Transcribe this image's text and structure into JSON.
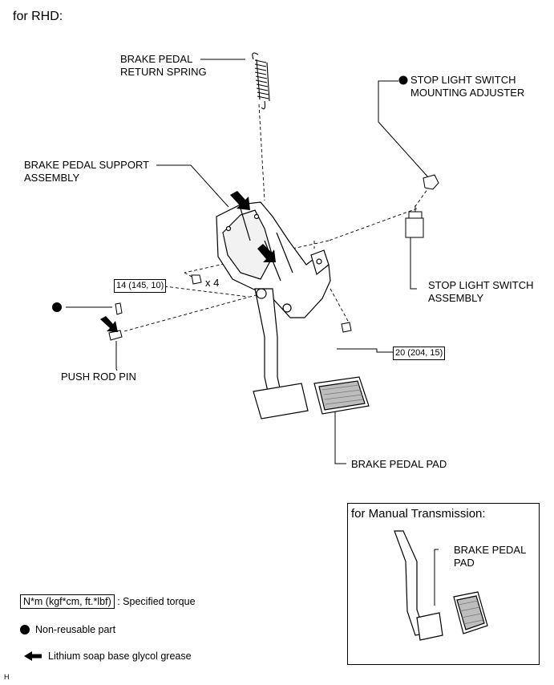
{
  "header": {
    "title": "for RHD:"
  },
  "labels": {
    "return_spring_l1": "BRAKE PEDAL",
    "return_spring_l2": "RETURN SPRING",
    "adjuster_l1": "STOP LIGHT SWITCH",
    "adjuster_l2": "MOUNTING ADJUSTER",
    "support_l1": "BRAKE PEDAL SUPPORT",
    "support_l2": "ASSEMBLY",
    "switch_l1": "STOP LIGHT SWITCH",
    "switch_l2": "ASSEMBLY",
    "push_rod_pin": "PUSH ROD PIN",
    "pedal_pad": "BRAKE PEDAL PAD",
    "mt_pad_l1": "BRAKE PEDAL",
    "mt_pad_l2": "PAD"
  },
  "torques": {
    "nut_torque": "14 (145, 10)",
    "nut_qty": "x 4",
    "bolt_torque": "20 (204, 15)"
  },
  "inset": {
    "title": "for Manual Transmission:"
  },
  "legend": {
    "torque_box": "N*m (kgf*cm, ft.*lbf)",
    "torque_text": ": Specified torque",
    "non_reusable": "Non-reusable part",
    "grease": "Lithium soap base glycol grease"
  },
  "footer": {
    "code": "H"
  }
}
